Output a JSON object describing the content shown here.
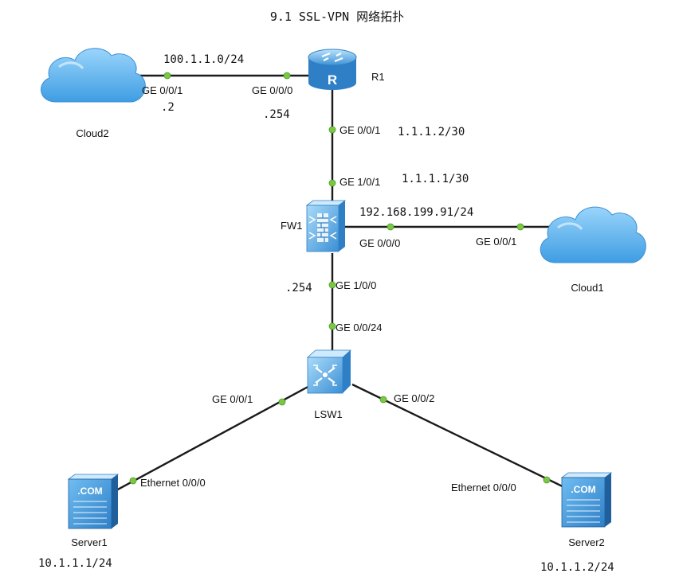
{
  "title": "9.1 SSL-VPN 网络拓扑",
  "devices": {
    "cloud2": {
      "name": "Cloud2"
    },
    "r1": {
      "name": "R1"
    },
    "fw1": {
      "name": "FW1"
    },
    "cloud1": {
      "name": "Cloud1"
    },
    "lsw1": {
      "name": "LSW1"
    },
    "server1": {
      "name": "Server1",
      "badge": ".COM",
      "ip": "10.1.1.1/24"
    },
    "server2": {
      "name": "Server2",
      "badge": ".COM",
      "ip": "10.1.1.2/24"
    }
  },
  "links": {
    "cloud2_r1": {
      "subnet": "100.1.1.0/24",
      "cloud_port": "GE 0/0/1",
      "cloud_host": ".2",
      "r1_port": "GE 0/0/0",
      "r1_host": ".254"
    },
    "r1_fw1": {
      "r1_port": "GE 0/0/1",
      "r1_ip": "1.1.1.2/30",
      "fw_port": "GE 1/0/1",
      "fw_ip": "1.1.1.1/30"
    },
    "fw1_cloud1": {
      "ip": "192.168.199.91/24",
      "fw_port": "GE 0/0/0",
      "cloud_port": "GE 0/0/1"
    },
    "fw1_lsw1": {
      "fw_host": ".254",
      "fw_port": "GE 1/0/0",
      "sw_port": "GE 0/0/24"
    },
    "lsw1_server1": {
      "sw_port": "GE 0/0/1",
      "server_port": "Ethernet 0/0/0"
    },
    "lsw1_server2": {
      "sw_port": "GE 0/0/2",
      "server_port": "Ethernet 0/0/0"
    }
  },
  "colors": {
    "link": "#1a1a1a",
    "port": "#7ac943",
    "device_blue": "#4aa8e6",
    "cloud_blue": "#5fb4ef"
  }
}
